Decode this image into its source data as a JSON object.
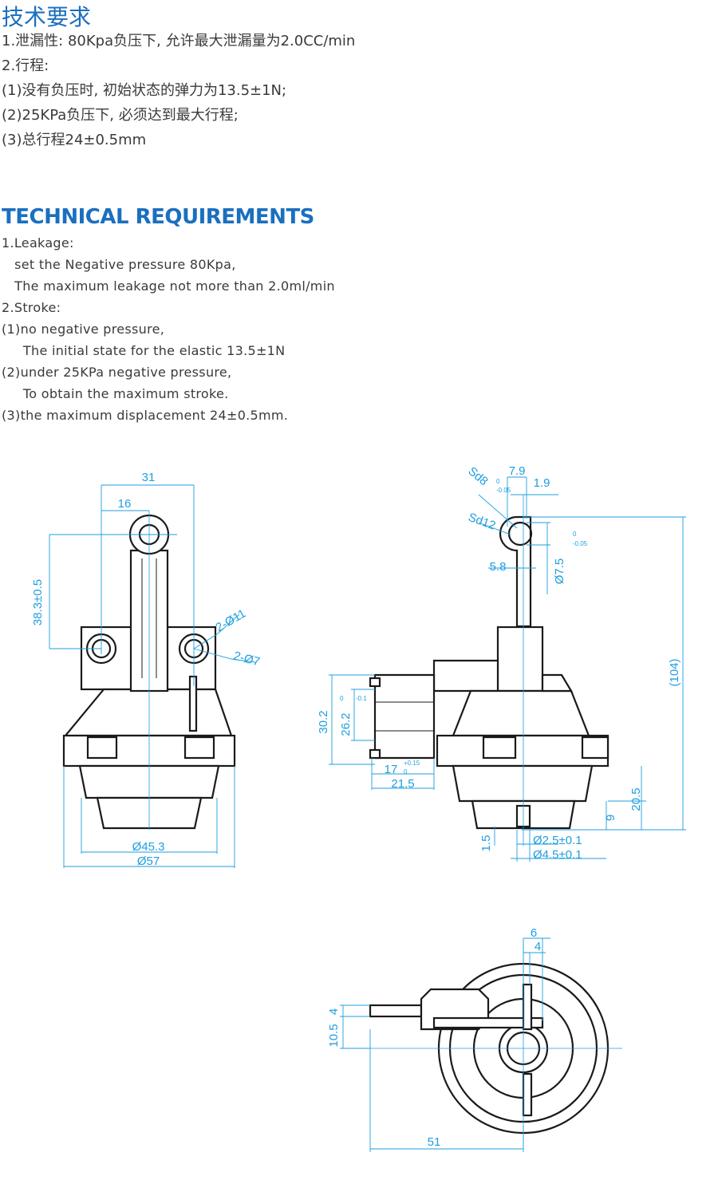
{
  "cn": {
    "title": "技术要求",
    "lines": [
      "1.泄漏性: 80Kpa负压下, 允许最大泄漏量为2.0CC/min",
      "2.行程:",
      "(1)没有负压时, 初始状态的弹力为13.5±1N;",
      "(2)25KPa负压下, 必须达到最大行程;",
      "(3)总行程24±0.5mm"
    ]
  },
  "en": {
    "title": "TECHNICAL REQUIREMENTS",
    "lines": [
      "1.Leakage:",
      "   set the Negative pressure 80Kpa,",
      "   The maximum leakage not more than 2.0ml/min",
      "2.Stroke:",
      "(1)no negative pressure,",
      "     The initial state for the elastic 13.5±1N",
      "(2)under 25KPa negative pressure,",
      "     To obtain the maximum stroke.",
      "(3)the maximum displacement 24±0.5mm."
    ]
  },
  "front_view": {
    "dims": [
      "31",
      "16",
      "38.3±0.5",
      "2-Ø11",
      "2-Ø7",
      "Ø45.3",
      "Ø57"
    ]
  },
  "side_view": {
    "dims": [
      "7.9",
      "1.9",
      "Sd8",
      "Sd12",
      "5.8",
      "Ø7.5",
      "(104)",
      "30.2",
      "26.2",
      "17",
      "21.5",
      "20.5",
      "9",
      "1.5",
      "Ø2.5±0.1",
      "Ø4.5±0.1"
    ],
    "tolerances": [
      "0",
      "-0.05",
      "0",
      "-0.05",
      "0",
      "-0.1",
      "+0.15",
      "0"
    ]
  },
  "top_view": {
    "dims": [
      "6",
      "4",
      "10.5",
      "4",
      "51"
    ]
  },
  "colors": {
    "accent": "#1a6fc0",
    "dimension": "#1e9ee0",
    "text": "#3a3a3a"
  }
}
